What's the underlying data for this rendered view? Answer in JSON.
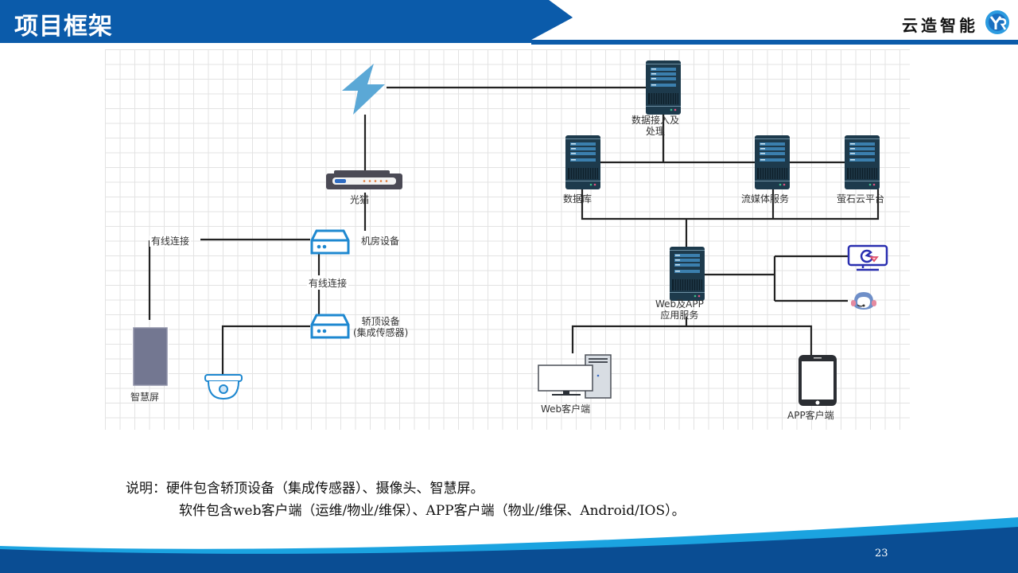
{
  "header": {
    "title": "项目框架",
    "brand": "云造智能",
    "logo_icon": "yr-logo-icon",
    "colors": {
      "bar": "#0B5BAA",
      "accent": "#2C9BE0"
    }
  },
  "diagram": {
    "nodes": {
      "power": {
        "icon": "lightning-icon"
      },
      "modem": {
        "label": "光猫",
        "icon": "router-icon"
      },
      "machine_room": {
        "label": "机房设备",
        "icon": "network-device-icon"
      },
      "car_top": {
        "label_line1": "轿顶设备",
        "label_line2": "(集成传感器)",
        "icon": "network-device-icon"
      },
      "smart_screen": {
        "label": "智慧屏",
        "icon": "screen-panel-icon"
      },
      "camera": {
        "icon": "dome-camera-icon"
      },
      "data_access": {
        "label_line1": "数据接入及",
        "label_line2": "处理",
        "icon": "server-icon"
      },
      "database": {
        "label": "数据库",
        "icon": "server-icon"
      },
      "streaming": {
        "label": "流媒体服务",
        "icon": "server-icon"
      },
      "ezviz": {
        "label": "萤石云平台",
        "icon": "server-icon"
      },
      "app_server": {
        "label_line1": "Web及APP",
        "label_line2": "应用服务",
        "icon": "server-icon"
      },
      "monitor_ops": {
        "icon": "monitor-chart-icon"
      },
      "customer_service": {
        "icon": "headset-agent-icon"
      },
      "web_client": {
        "label": "Web客户端",
        "icon": "desktop-computer-icon"
      },
      "app_client": {
        "label": "APP客户端",
        "icon": "smartphone-icon"
      }
    },
    "edge_labels": {
      "wired_1": "有线连接",
      "wired_2": "有线连接"
    }
  },
  "note": {
    "line1": "说明：硬件包含轿顶设备（集成传感器）、摄像头、智慧屏。",
    "line2": "软件包含web客户端（运维/物业/维保）、APP客户端（物业/维保、Android/IOS）。"
  },
  "footer": {
    "page_number": "23"
  }
}
